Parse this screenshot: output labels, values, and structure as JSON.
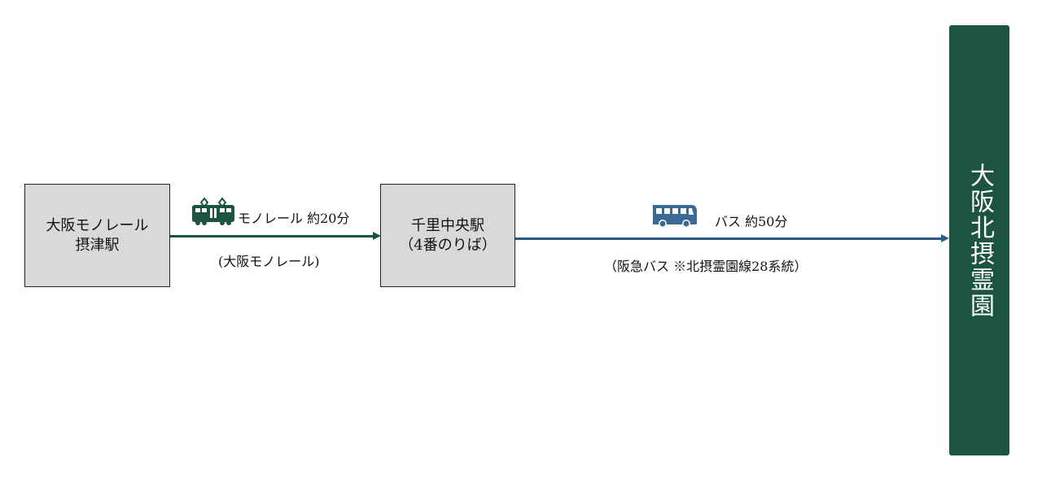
{
  "stations": {
    "start": "大阪モノレール\n摂津駅",
    "start_l1": "大阪モノレール",
    "start_l2": "摂津駅",
    "mid_l1": "千里中央駅",
    "mid_l2": "（4番のりば）",
    "destination": "大阪北摂霊園"
  },
  "legs": [
    {
      "mode": "train-icon",
      "label": "モノレール 約20分",
      "sub": "(大阪モノレール)",
      "color": "#1c5441"
    },
    {
      "mode": "bus-icon",
      "label": "バス 約50分",
      "sub": "（阪急バス ※北摂霊園線28系統）",
      "color": "#2a5b8a"
    }
  ]
}
